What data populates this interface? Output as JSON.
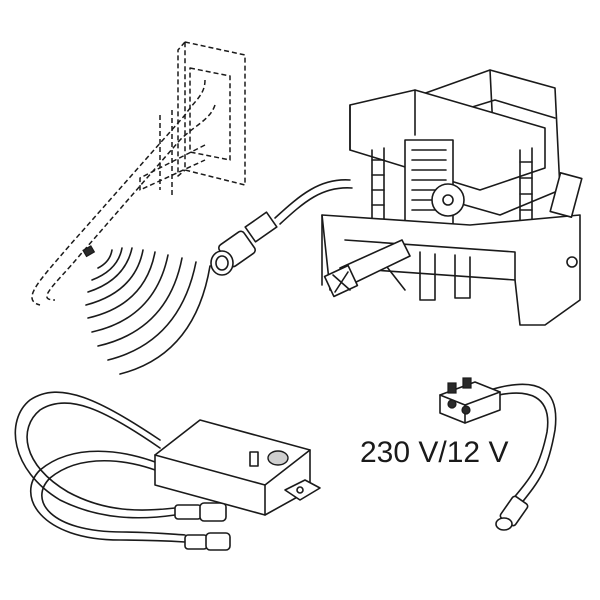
{
  "diagram": {
    "voltage_label": "230 V/12 V",
    "colors": {
      "line": "#1a1a1a",
      "fill": "#ffffff",
      "shade": "#cfcfcf"
    },
    "parts": [
      "grab-bar-dashed",
      "infrared-sensor-waves",
      "flush-valve-actuator",
      "sensor-cable-plug",
      "control-box",
      "power-supply-terminal"
    ]
  }
}
